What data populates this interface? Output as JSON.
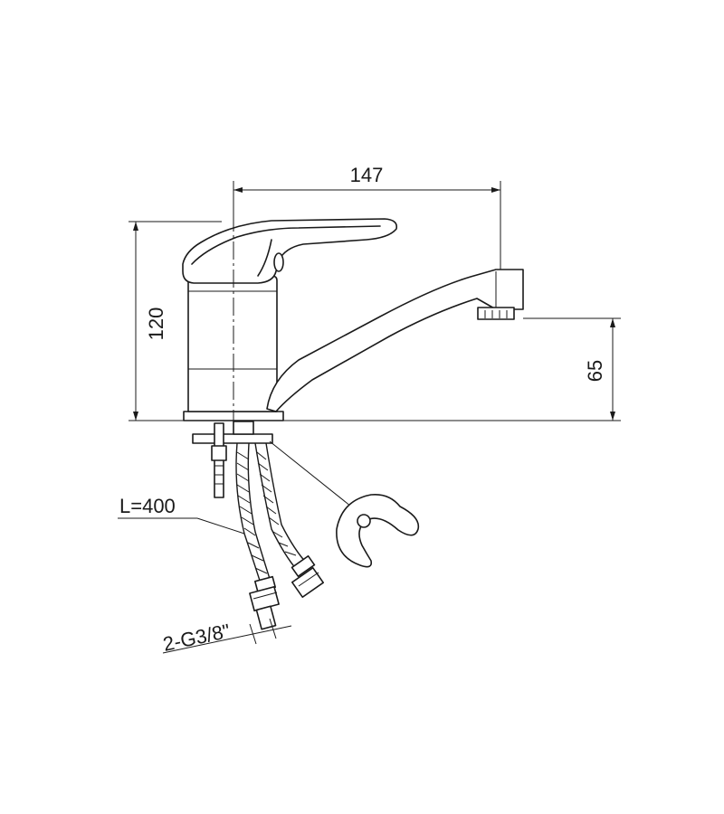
{
  "dimensions": {
    "reach": "147",
    "height": "120",
    "spout_height": "65",
    "hose_length": "L=400",
    "thread": "2-G3/8\""
  }
}
